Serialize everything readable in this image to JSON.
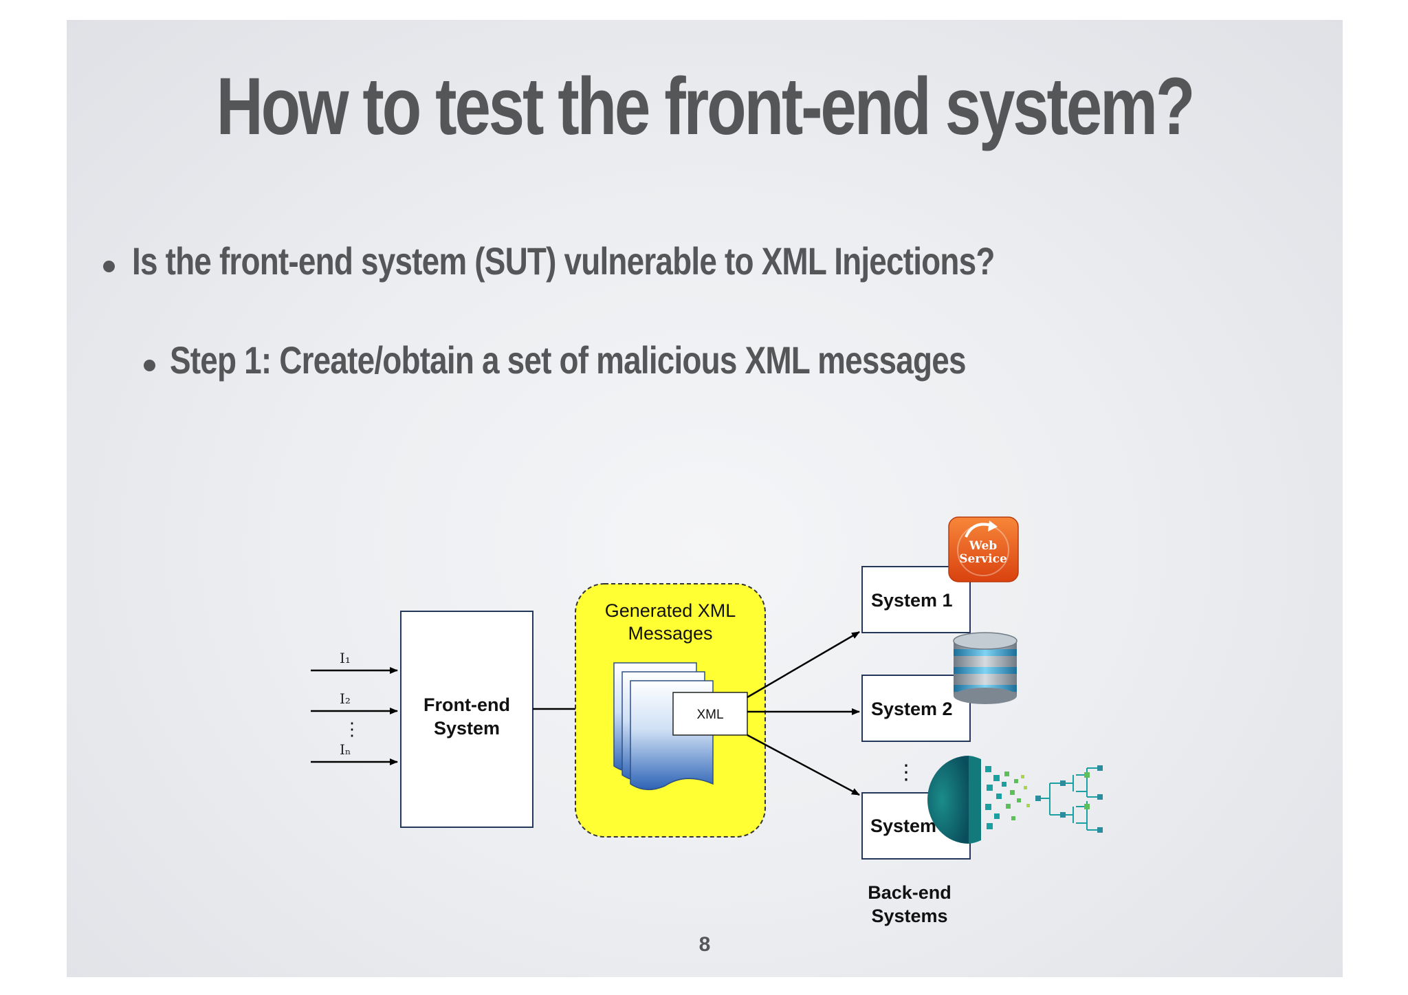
{
  "slide": {
    "title": "How to test the front-end system?",
    "bullets": [
      "Is the front-end system (SUT) vulnerable to XML Injections?",
      "Step 1: Create/obtain a set of malicious XML messages"
    ],
    "page_number": "8"
  },
  "diagram": {
    "inputs": {
      "i1": "I₁",
      "i2": "I₂",
      "in": "Iₙ",
      "ellipsis": "⋮"
    },
    "front_end": {
      "line1": "Front-end",
      "line2": "System"
    },
    "generated": {
      "line1": "Generated XML",
      "line2": "Messages",
      "doc_label": "XML"
    },
    "systems": {
      "s1": "System 1",
      "s2": "System 2",
      "sn": "System n",
      "ellipsis": "⋮"
    },
    "web_service": {
      "line1": "Web",
      "line2": "Service"
    },
    "backend": {
      "line1": "Back-end",
      "line2": "Systems"
    },
    "colors": {
      "yellow": "#ffff33",
      "box_stroke": "#22375a",
      "doc_blue": "#2d63b5",
      "web_orange": "#e8561c",
      "db_blue": "#3aa6d8"
    },
    "icons": [
      "web-service-icon",
      "database-icon",
      "data-network-icon"
    ]
  }
}
